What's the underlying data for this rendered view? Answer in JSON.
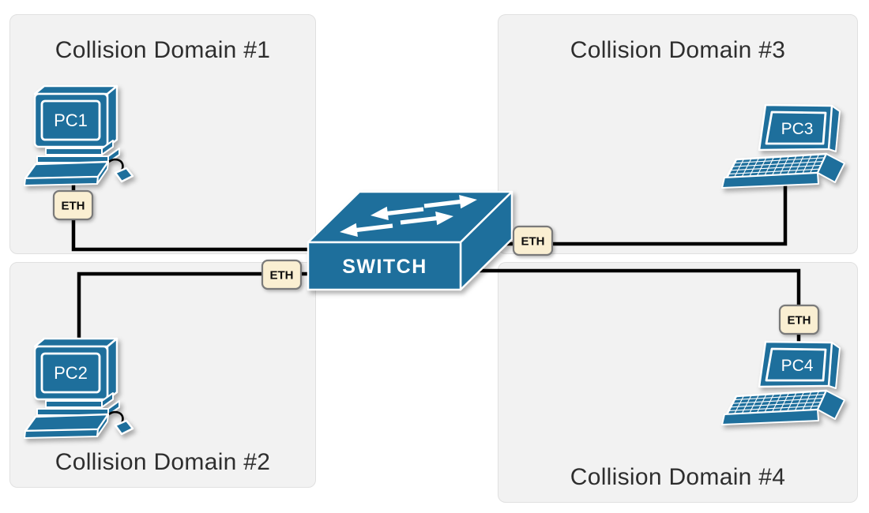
{
  "diagram": {
    "type": "network-topology",
    "colors": {
      "device_fill": "#1e6f9c",
      "device_edge": "#ffffff",
      "cable": "#000000",
      "eth_fill": "#faefd2",
      "eth_border": "#7a7a7a",
      "box_fill": "#f2f2f2",
      "box_border": "#e0e0e0",
      "title_color": "#2e2e2e",
      "label_text": "#ffffff"
    }
  },
  "domains": [
    {
      "label": "Collision Domain #1",
      "title_position": "top"
    },
    {
      "label": "Collision Domain #2",
      "title_position": "bottom"
    },
    {
      "label": "Collision Domain #3",
      "title_position": "top"
    },
    {
      "label": "Collision Domain #4",
      "title_position": "bottom"
    }
  ],
  "devices": {
    "switch": {
      "label": "SWITCH",
      "icon": "network-switch-icon"
    },
    "pcs": [
      {
        "label": "PC1",
        "type": "desktop",
        "icon": "desktop-pc-icon",
        "domain": 1
      },
      {
        "label": "PC2",
        "type": "desktop",
        "icon": "desktop-pc-icon",
        "domain": 2
      },
      {
        "label": "PC3",
        "type": "laptop",
        "icon": "laptop-icon",
        "domain": 3
      },
      {
        "label": "PC4",
        "type": "laptop",
        "icon": "laptop-icon",
        "domain": 4
      }
    ]
  },
  "links": [
    {
      "label": "ETH",
      "from": "PC1",
      "to": "SWITCH"
    },
    {
      "label": "ETH",
      "from": "PC2",
      "to": "SWITCH"
    },
    {
      "label": "ETH",
      "from": "PC3",
      "to": "SWITCH"
    },
    {
      "label": "ETH",
      "from": "PC4",
      "to": "SWITCH"
    }
  ]
}
